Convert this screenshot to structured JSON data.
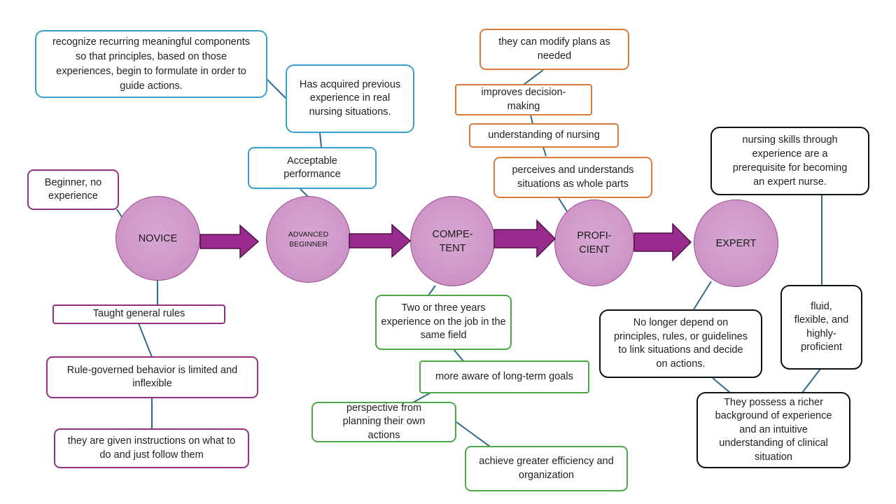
{
  "colors": {
    "stage_fill": "#cf97c8",
    "arrow_fill": "#9a2b8e",
    "purple": "#93307f",
    "blue": "#3a9fc8",
    "orange": "#de7a3a",
    "green": "#4ea747",
    "black": "#111111",
    "connector": "#2e6b8a"
  },
  "stages": {
    "novice": "NOVICE",
    "advanced_beginner": "ADVANCED BEGINNER",
    "competent": "COMPE-TENT",
    "proficient": "PROFI-CIENT",
    "expert": "EXPERT"
  },
  "novice": {
    "beginner": "Beginner, no experience",
    "taught": "Taught general rules",
    "rule_governed": "Rule-governed behavior is limited and inflexible",
    "instructions": "they are given instructions on what to do and just follow them"
  },
  "advanced_beginner": {
    "recognize": "recognize recurring meaningful components so that principles, based on those experiences, begin to formulate in order to guide actions.",
    "acquired": "Has acquired previous experience in real nursing situations.",
    "acceptable": "Acceptable performance"
  },
  "competent": {
    "years": "Two or three years experience on the job in the same field",
    "long_term": "more aware of long-term goals",
    "perspective": "perspective from planning their own actions",
    "efficiency": "achieve greater efficiency and organization"
  },
  "proficient": {
    "modify": "they can modify plans as needed",
    "decision": "improves decision-making",
    "understanding": "understanding of nursing",
    "perceives": "perceives and understands situations as whole parts"
  },
  "expert": {
    "skills": "nursing skills through experience are a prerequisite for becoming an expert nurse.",
    "fluid": "fluid, flexible, and highly-proficient",
    "no_longer": "No longer depend on principles, rules, or guidelines to link situations and decide on actions.",
    "richer": "They possess a richer background of experience and an intuitive understanding of clinical situation"
  }
}
